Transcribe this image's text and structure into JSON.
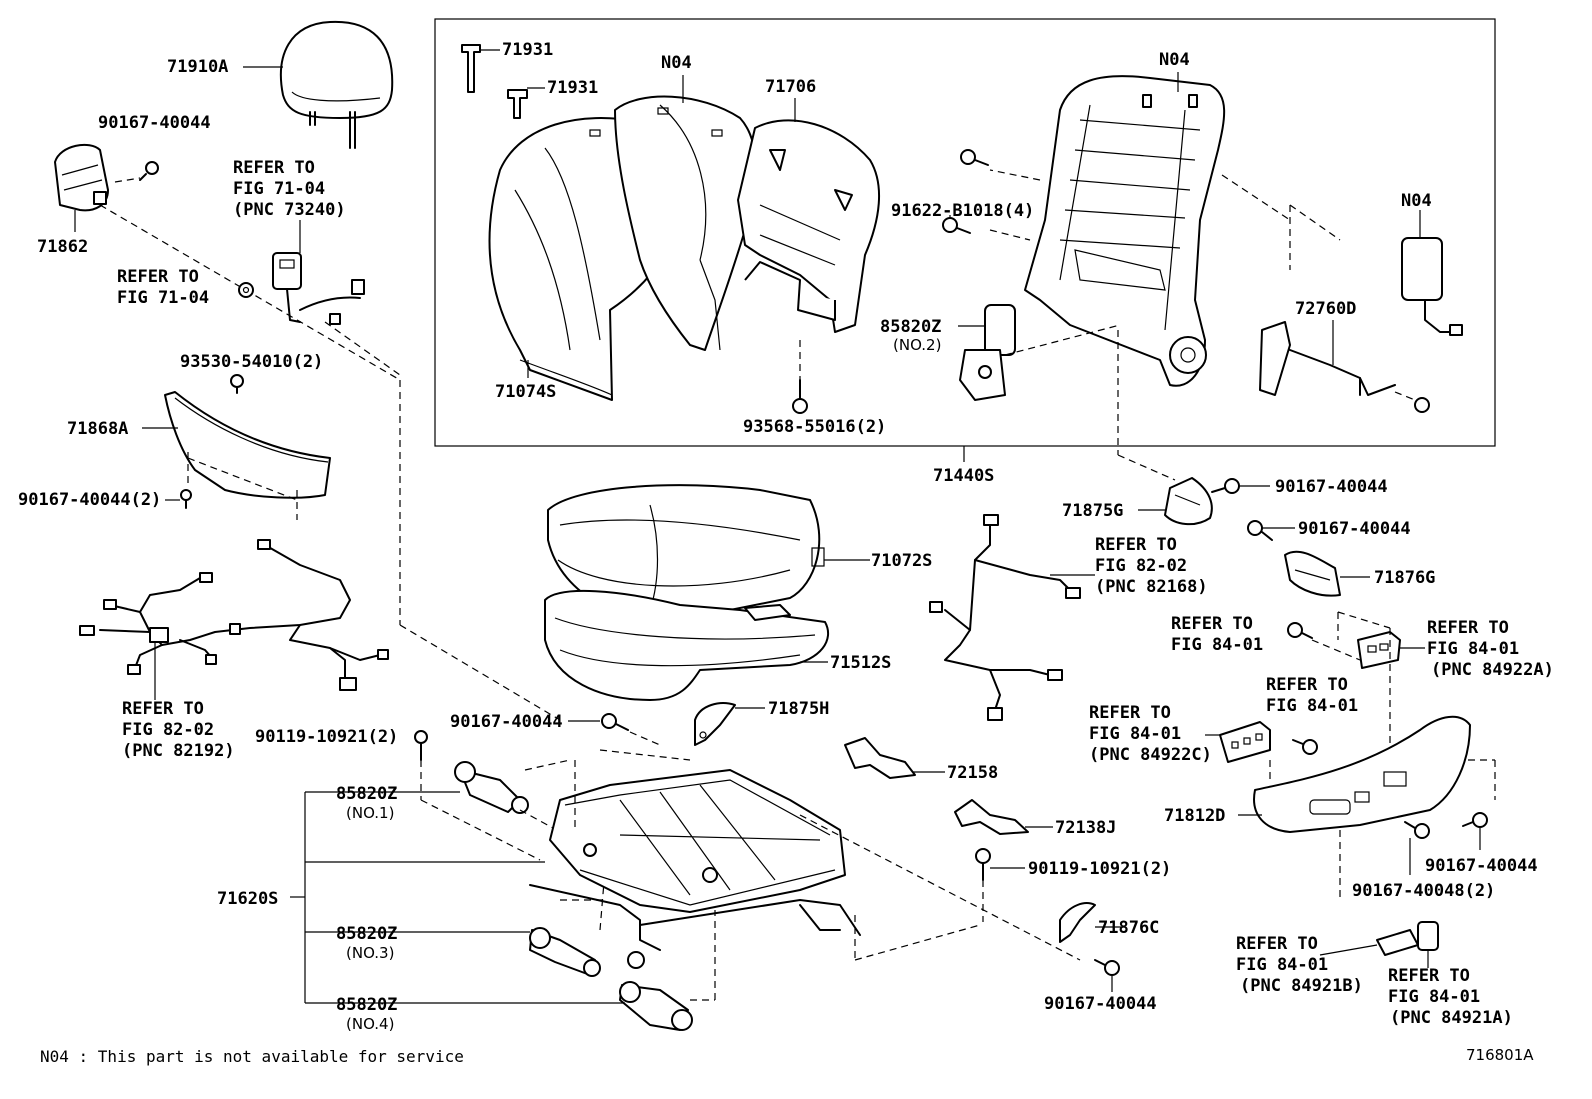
{
  "labels": {
    "p71910A": "71910A",
    "p90167_40044_a": "90167-40044",
    "p71862": "71862",
    "refer_7104a_1": "REFER TO",
    "refer_7104a_2": "FIG 71-04",
    "refer_7104a_3": "(PNC 73240)",
    "refer_7104b_1": "REFER TO",
    "refer_7104b_2": "FIG 71-04",
    "p93530": "93530-54010(2)",
    "p71868A": "71868A",
    "p90167_40044_2": "90167-40044(2)",
    "refer_8202a_1": "REFER TO",
    "refer_8202a_2": "FIG 82-02",
    "refer_8202a_3": "(PNC 82192)",
    "p90119_a": "90119-10921(2)",
    "p85820Z_1": "85820Z",
    "no1": "(NO.1)",
    "p71620S": "71620S",
    "p85820Z_3": "85820Z",
    "no3": "(NO.3)",
    "p85820Z_4": "85820Z",
    "no4": "(NO.4)",
    "p71931_a": "71931",
    "p71931_b": "71931",
    "n04_a": "N04",
    "p71706": "71706",
    "n04_b": "N04",
    "p91622": "91622-B1018(4)",
    "n04_c": "N04",
    "p85820Z_2": "85820Z",
    "no2": "(NO.2)",
    "p72760D": "72760D",
    "p71074S": "71074S",
    "p93568": "93568-55016(2)",
    "p71440S": "71440S",
    "p71875G": "71875G",
    "p90167_40044_b": "90167-40044",
    "p90167_40044_c": "90167-40044",
    "p71876G": "71876G",
    "p71072S": "71072S",
    "refer_8202b_1": "REFER TO",
    "refer_8202b_2": "FIG 82-02",
    "refer_8202b_3": "(PNC 82168)",
    "p71512S": "71512S",
    "p90167_40044_d": "90167-40044",
    "p71875H": "71875H",
    "p72158": "72158",
    "p72138J": "72138J",
    "p90119_b": "90119-10921(2)",
    "p71876C": "71876C",
    "p90167_40044_e": "90167-40044",
    "refer_8401a_1": "REFER TO",
    "refer_8401a_2": "FIG 84-01",
    "refer_8401b_1": "REFER TO",
    "refer_8401b_2": "FIG 84-01",
    "refer_8401b_3": "(PNC 84922A)",
    "refer_8401c_1": "REFER TO",
    "refer_8401c_2": "FIG 84-01",
    "refer_8401d_1": "REFER TO",
    "refer_8401d_2": "FIG 84-01",
    "refer_8401d_3": "(PNC 84922C)",
    "p71812D": "71812D",
    "p90167_40044_f": "90167-40044",
    "p90167_40048": "90167-40048(2)",
    "refer_8401e_1": "REFER TO",
    "refer_8401e_2": "FIG 84-01",
    "refer_8401e_3": "(PNC 84921B)",
    "refer_8401f_1": "REFER TO",
    "refer_8401f_2": "FIG 84-01",
    "refer_8401f_3": "(PNC 84921A)"
  },
  "footnote": "N04 : This part is not available for service",
  "diagram_id": "716801A"
}
